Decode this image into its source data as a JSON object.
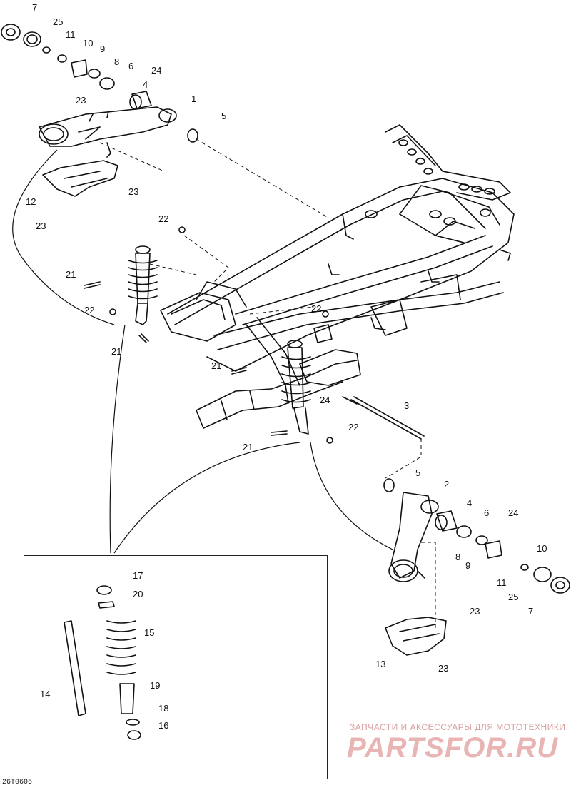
{
  "diagram": {
    "callouts": {
      "n7a": "7",
      "n25a": "25",
      "n11a": "11",
      "n10a": "10",
      "n9a": "9",
      "n8a": "8",
      "n6a": "6",
      "n24a": "24",
      "n4a": "4",
      "n1": "1",
      "n23a": "23",
      "n5a": "5",
      "n12": "12",
      "n23b": "23",
      "n23c": "23",
      "n22a": "22",
      "n21a": "21",
      "n22b": "22",
      "n21b": "21",
      "n22c": "22",
      "n21c": "21",
      "n24b": "24",
      "n3": "3",
      "n22d": "22",
      "n21d": "21",
      "n5b": "5",
      "n2": "2",
      "n4b": "4",
      "n6b": "6",
      "n24c": "24",
      "n8b": "8",
      "n9b": "9",
      "n10b": "10",
      "n11b": "11",
      "n25b": "25",
      "n7b": "7",
      "n23d": "23",
      "n13": "13",
      "n23e": "23",
      "n17": "17",
      "n20": "20",
      "n15": "15",
      "n14": "14",
      "n19": "19",
      "n18": "18",
      "n16": "16"
    },
    "figure_code": "26T0606"
  },
  "watermark": {
    "tagline": "ЗАПЧАСТИ И АКСЕССУАРЫ ДЛЯ МОТОТЕХНИКИ",
    "logo": "PARTSFOR.RU"
  }
}
